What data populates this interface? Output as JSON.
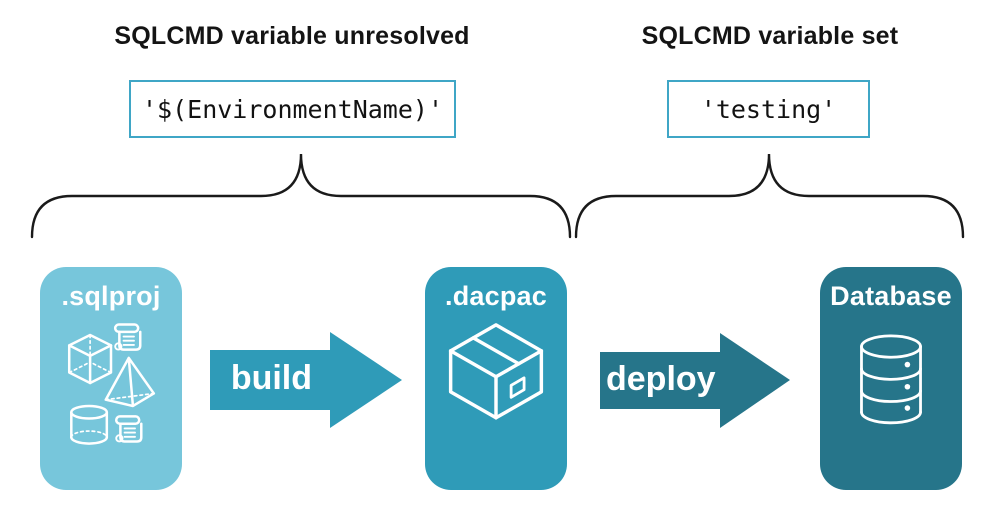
{
  "annotations": {
    "unresolved": {
      "heading": "SQLCMD variable unresolved",
      "code": "'$(EnvironmentName)'"
    },
    "set": {
      "heading": "SQLCMD variable set",
      "code": "'testing'"
    }
  },
  "pipeline": {
    "sqlproj": {
      "label": ".sqlproj",
      "icon": "sql-objects-icon"
    },
    "build": {
      "label": "build"
    },
    "dacpac": {
      "label": ".dacpac",
      "icon": "package-icon"
    },
    "deploy": {
      "label": "deploy"
    },
    "database": {
      "label": "Database",
      "icon": "database-icon"
    }
  },
  "colors": {
    "light_teal": "#77c6db",
    "teal": "#2f9bb8",
    "dark_teal": "#26758a",
    "code_box_border": "#3fa6c6",
    "brace": "#1a1a1a",
    "heading_text": "#141414",
    "icon_stroke": "#ffffff"
  }
}
